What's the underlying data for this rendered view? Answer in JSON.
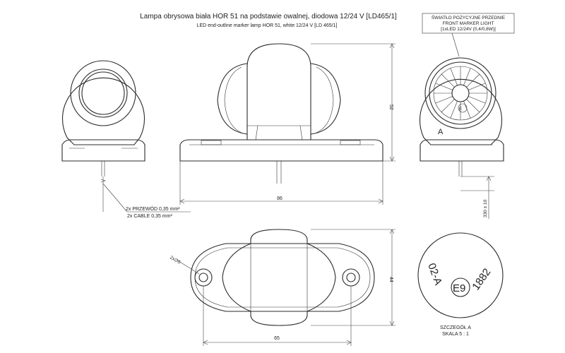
{
  "title": "Lampa obrysowa biała HOR 51 na podstawie owalnej, diodowa 12/24 V [LD465/1]",
  "subtitle": "LED end-outline marker lamp HOR 51, white 12/24 V [LD 465/1]",
  "label_box": {
    "line1": "ŚWIATŁO POZYCYJNE PRZEDNIE",
    "line2": "FRONT MARKER LIGHT",
    "line3": "[1xLED 12/24V (0,4/0,8W)]"
  },
  "cable_note": {
    "line1": "2x PRZEWÓD 0,35 mm²",
    "line2": "2x CABLE 0,35 mm²"
  },
  "dimensions": {
    "height": "52",
    "width_side": "86",
    "width_top": "65",
    "depth_top": "44",
    "cable_length": "330 ± 10",
    "hole": "2x∅5"
  },
  "detail_marker": "A",
  "detail": {
    "code": "02-A",
    "approval": "E9",
    "number": "1882",
    "caption1": "SZCZEGÓŁ A",
    "caption2": "SKALA 5 : 1"
  }
}
